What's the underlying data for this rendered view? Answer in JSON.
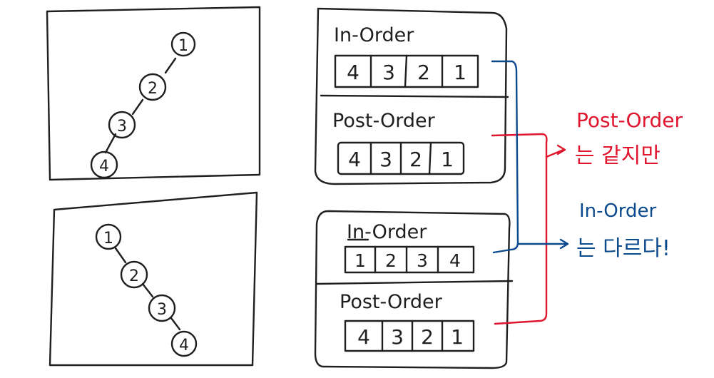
{
  "colors": {
    "ink": "#1f1f1f",
    "red": "#e0152e",
    "blue": "#0b4a8c"
  },
  "tree_left_skewed": {
    "nodes": [
      "1",
      "2",
      "3",
      "4"
    ]
  },
  "tree_right_skewed": {
    "nodes": [
      "1",
      "2",
      "3",
      "4"
    ]
  },
  "top_panel": {
    "inorder_label": "In-Order",
    "inorder_cells": [
      "4",
      "3",
      "2",
      "1"
    ],
    "postorder_label": "Post-Order",
    "postorder_cells": [
      "4",
      "3",
      "2",
      "1"
    ]
  },
  "bottom_panel": {
    "inorder_label": "In-Order",
    "inorder_cells": [
      "1",
      "2",
      "3",
      "4"
    ],
    "postorder_label": "Post-Order",
    "postorder_cells": [
      "4",
      "3",
      "2",
      "1"
    ]
  },
  "notes": {
    "red_line1": "Post-Order",
    "red_line2": "는 같지만",
    "blue_line1": "In-Order",
    "blue_line2": "는 다르다!"
  }
}
